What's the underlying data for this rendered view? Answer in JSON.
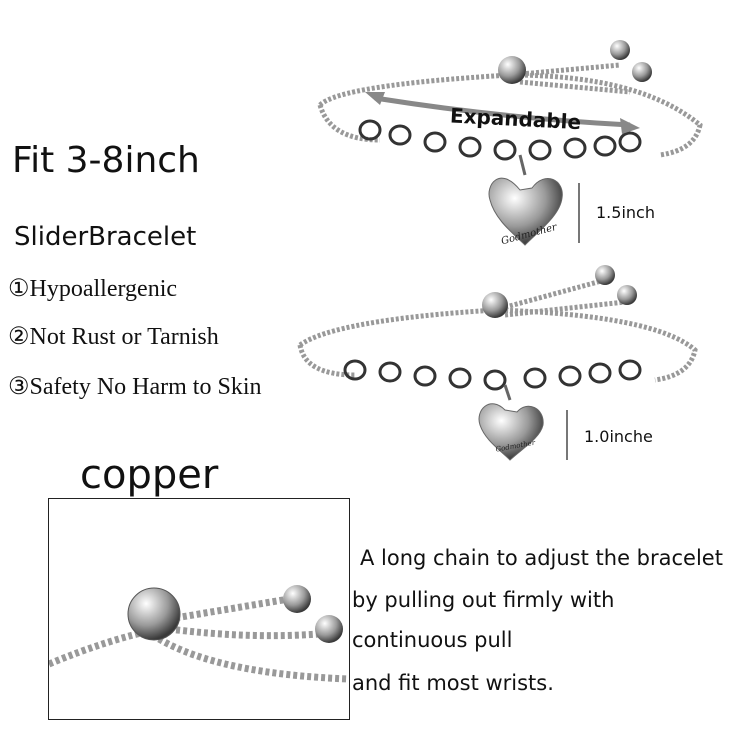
{
  "headline": "Fit 3-8inch",
  "product_name": "SliderBracelet",
  "features": [
    "①Hypoallergenic",
    "②Not Rust or Tarnish",
    "③Safety No Harm to Skin"
  ],
  "bracelet_top": {
    "arrow_label": "Expandable",
    "pendant_text": "Godmother",
    "measurement": "1.5inch"
  },
  "bracelet_bottom": {
    "pendant_text": "Godmother",
    "measurement": "1.0inche"
  },
  "material": "copper",
  "description": [
    "A long chain to adjust the bracelet",
    "by pulling out firmly with",
    "continuous pull",
    "and fit most wrists."
  ]
}
